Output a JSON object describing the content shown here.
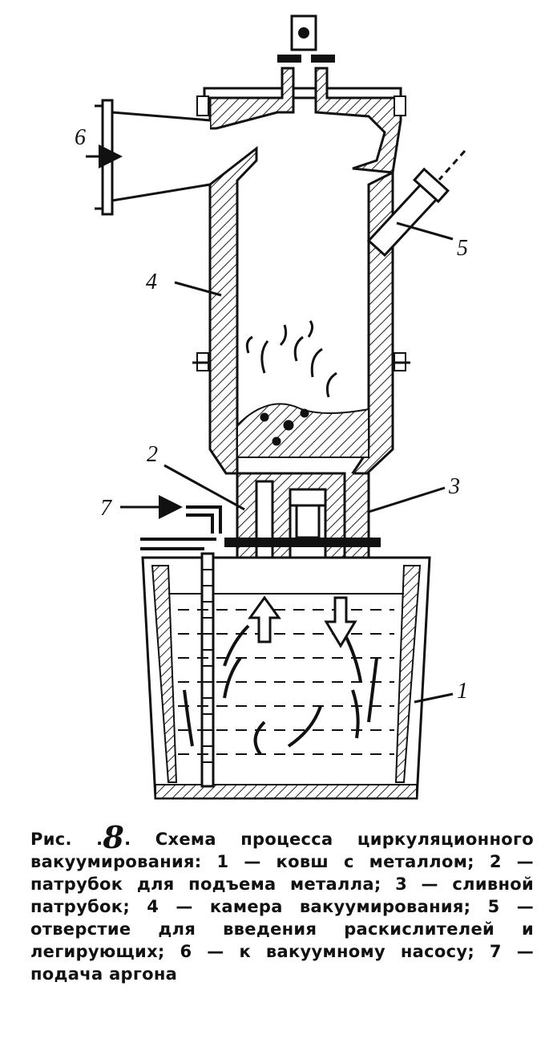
{
  "labels": {
    "ladle": "1",
    "riser": "2",
    "drain": "3",
    "chamber": "4",
    "alloy_port": "5",
    "vacuum": "6",
    "argon": "7"
  },
  "caption": {
    "prefix": "Рис. .",
    "figure_number": "8",
    "title": ". Схема процесса циркуляционного вакуумирования:",
    "legend": "1 — ковш с металлом; 2 — патрубок для подъема металла; 3 — сливной патрубок; 4 — камера вакуумирования; 5 — отверстие для введения раскислителей и легирующих; 6 — к вакуумному насосу; 7 — подача аргона"
  }
}
